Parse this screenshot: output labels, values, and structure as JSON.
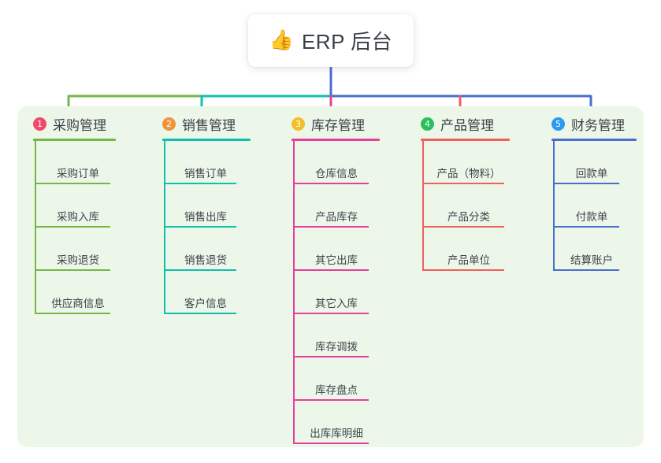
{
  "diagram": {
    "root": {
      "icon": "thumbs-up-icon",
      "emoji": "👍",
      "label": "ERP 后台"
    },
    "panel_color": "#edf7e9",
    "columns": [
      {
        "number": "1",
        "label": "采购管理",
        "badge_color": "#f2486a",
        "line_color": "#74b749",
        "items": [
          "采购订单",
          "采购入库",
          "采购退货",
          "供应商信息"
        ]
      },
      {
        "number": "2",
        "label": "销售管理",
        "badge_color": "#f0943c",
        "line_color": "#11bfae",
        "items": [
          "销售订单",
          "销售出库",
          "销售退货",
          "客户信息"
        ]
      },
      {
        "number": "3",
        "label": "库存管理",
        "badge_color": "#f5bf2a",
        "line_color": "#e5409a",
        "items": [
          "仓库信息",
          "产品库存",
          "其它出库",
          "其它入库",
          "库存调拨",
          "库存盘点",
          "出库库明细"
        ]
      },
      {
        "number": "4",
        "label": "产品管理",
        "badge_color": "#2bbf5e",
        "line_color": "#f0605d",
        "items": [
          "产品（物料）",
          "产品分类",
          "产品单位"
        ]
      },
      {
        "number": "5",
        "label": "财务管理",
        "badge_color": "#2a9bef",
        "line_color": "#4a6ed0",
        "items": [
          "回款单",
          "付款单",
          "结算账户"
        ]
      }
    ]
  }
}
